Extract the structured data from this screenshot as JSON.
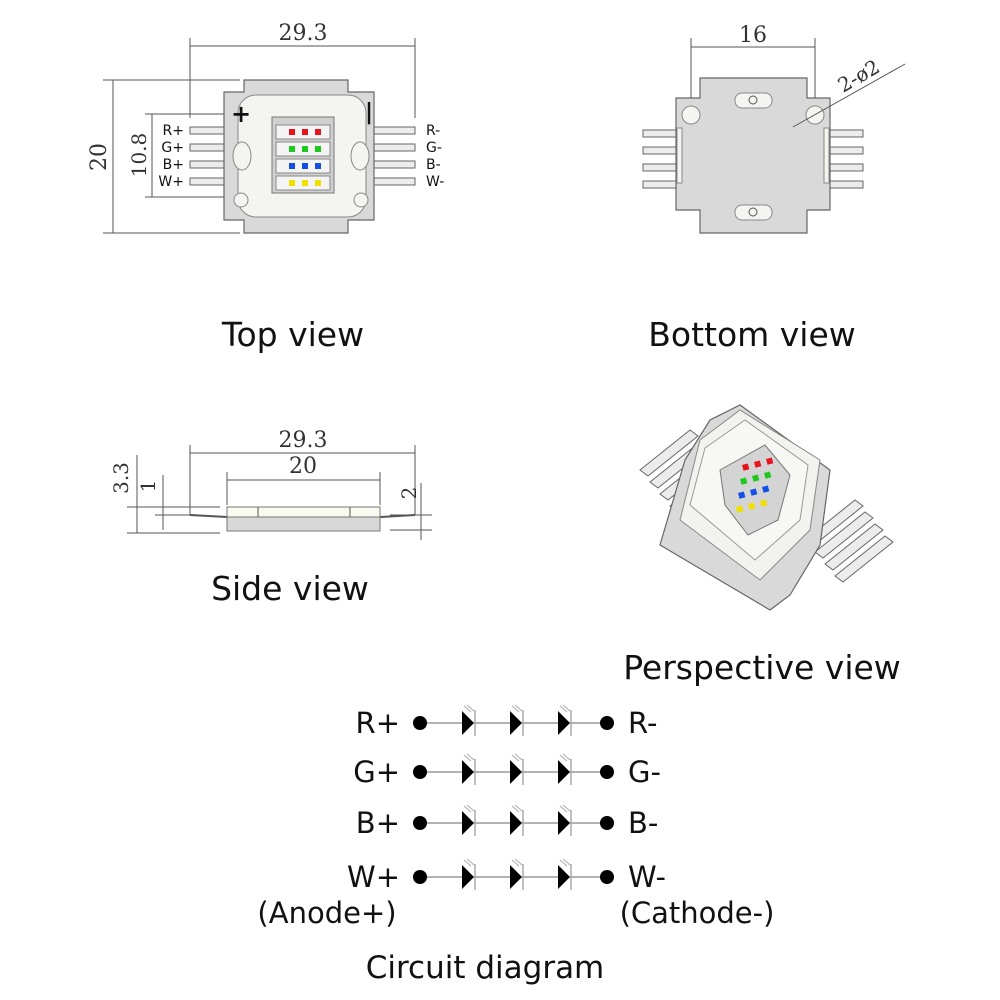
{
  "top_view": {
    "title": "Top view",
    "dim_width": "29.3",
    "dim_height": "20",
    "dim_pins": "10.8",
    "plus_mark": "+",
    "minus_mark": "|",
    "left_pins": [
      "R+",
      "G+",
      "B+",
      "W+"
    ],
    "right_pins": [
      "R-",
      "G-",
      "B-",
      "W-"
    ]
  },
  "bottom_view": {
    "title": "Bottom view",
    "dim_holes": "16",
    "hole_note": "2-ø2"
  },
  "side_view": {
    "title": "Side view",
    "dim_total": "29.3",
    "dim_body": "20",
    "dim_height": "3.3",
    "dim_pin": "1",
    "dim_base": "2"
  },
  "perspective_view": {
    "title": "Perspective view"
  },
  "circuit": {
    "title": "Circuit diagram",
    "anode_label": "(Anode+)",
    "cathode_label": "(Cathode-)",
    "rows": [
      {
        "plus": "R+",
        "minus": "R-"
      },
      {
        "plus": "G+",
        "minus": "G-"
      },
      {
        "plus": "B+",
        "minus": "B-"
      },
      {
        "plus": "W+",
        "minus": "W-"
      }
    ],
    "leds_per_row": 3
  },
  "led_colors": [
    "#e8141c",
    "#1ec81e",
    "#1450e6",
    "#f0e000"
  ]
}
